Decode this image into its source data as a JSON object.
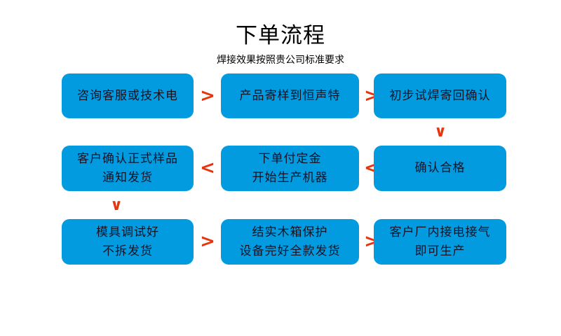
{
  "header": {
    "title": "下单流程",
    "subtitle": "焊接效果按照贵公司标准要求"
  },
  "colors": {
    "node_fill": "#039BE0",
    "node_text": "#131326",
    "connector": "#E8340C",
    "background": "#FFFFFF"
  },
  "nodes": [
    {
      "id": "n1",
      "lines": [
        "咨询客服或技术电"
      ]
    },
    {
      "id": "n2",
      "lines": [
        "产品寄样到恒声特"
      ]
    },
    {
      "id": "n3",
      "lines": [
        "初步试焊寄回确认"
      ]
    },
    {
      "id": "n4",
      "lines": [
        "客户确认正式样品",
        "通知发货"
      ]
    },
    {
      "id": "n5",
      "lines": [
        "下单付定金",
        "开始生产机器"
      ]
    },
    {
      "id": "n6",
      "lines": [
        "确认合格"
      ]
    },
    {
      "id": "n7",
      "lines": [
        "模具调试好",
        "不拆发货"
      ]
    },
    {
      "id": "n8",
      "lines": [
        "结实木箱保护",
        "设备完好全款发货"
      ]
    },
    {
      "id": "n9",
      "lines": [
        "客户厂内接电接气",
        "即可生产"
      ]
    }
  ],
  "connectors": [
    {
      "id": "c1",
      "glyph": ">",
      "direction": "right"
    },
    {
      "id": "c2",
      "glyph": ">",
      "direction": "right"
    },
    {
      "id": "c3",
      "glyph": "∨",
      "direction": "down"
    },
    {
      "id": "c4",
      "glyph": "<",
      "direction": "left"
    },
    {
      "id": "c5",
      "glyph": "<",
      "direction": "left"
    },
    {
      "id": "c6",
      "glyph": "∨",
      "direction": "down"
    },
    {
      "id": "c7",
      "glyph": ">",
      "direction": "right"
    },
    {
      "id": "c8",
      "glyph": ">",
      "direction": "right"
    }
  ]
}
